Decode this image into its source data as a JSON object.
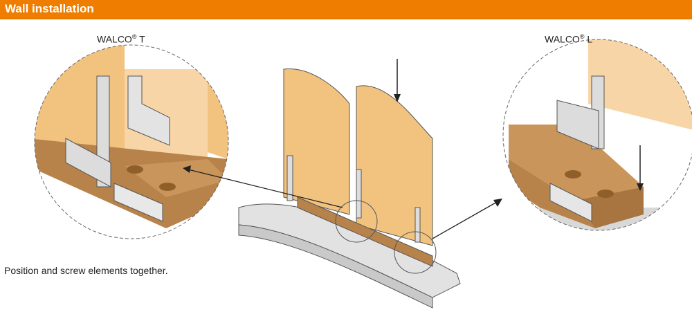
{
  "header": {
    "title": "Wall installation"
  },
  "labels": {
    "walco_t": {
      "name": "WALCO",
      "reg": "®",
      "suffix": "T"
    },
    "walco_l": {
      "name": "WALCO",
      "reg": "®",
      "suffix": "L"
    }
  },
  "caption": "Position and screw elements together.",
  "colors": {
    "header": "#ee7d00",
    "wood_panel": "#f2c27f",
    "beam": "#b8834a",
    "concrete": "#e2e2e2",
    "bracket": "#d9d9d9"
  }
}
